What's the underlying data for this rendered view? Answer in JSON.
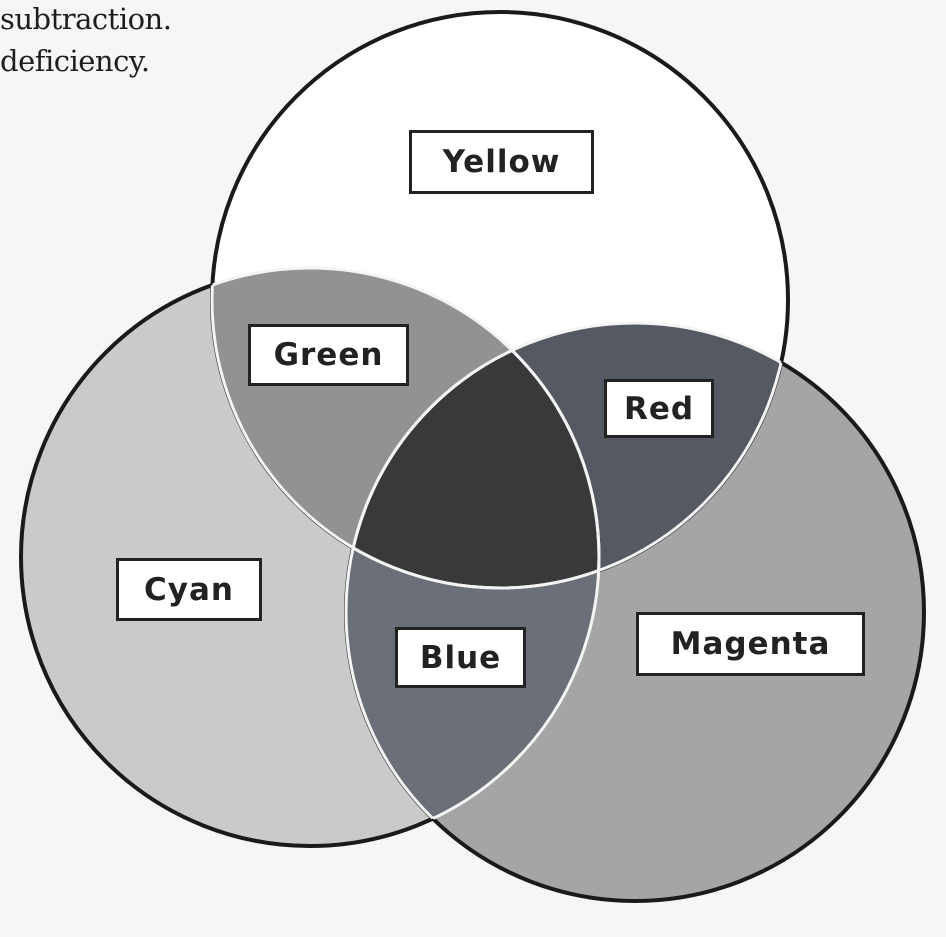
{
  "text_lines": [
    "subtraction.",
    "deficiency."
  ],
  "labels": {
    "yellow": "Yellow",
    "cyan": "Cyan",
    "magenta": "Magenta",
    "green": "Green",
    "red": "Red",
    "blue": "Blue"
  },
  "colors": {
    "yellow": "#ffffff",
    "cyan": "#c9cacb",
    "magenta": "#a4a5a7",
    "green": "#919294",
    "red": "#555962",
    "blue": "#6b6f77",
    "center": "#38393b"
  }
}
